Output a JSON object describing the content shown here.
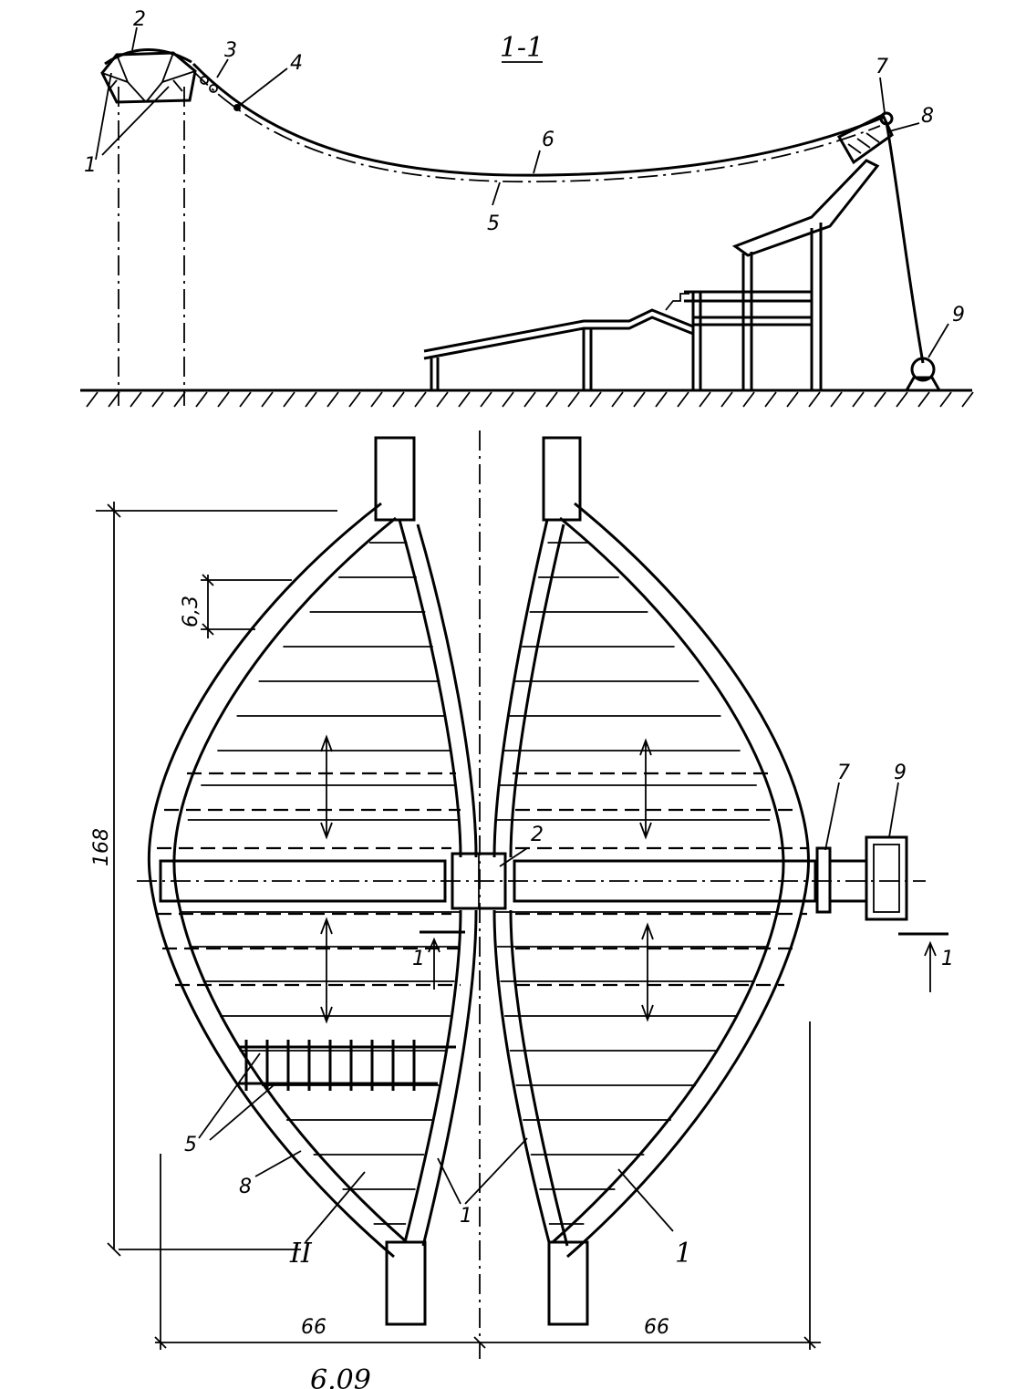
{
  "section_title": "1-1",
  "section_callouts": {
    "n1": "1",
    "n2": "2",
    "n3": "3",
    "n4": "4",
    "n5": "5",
    "n6": "6",
    "n7": "7",
    "n8": "8",
    "n9": "9"
  },
  "plan_callouts": {
    "n1_mid": "1",
    "n1_right": "1",
    "n2": "2",
    "n5": "5",
    "n7": "7",
    "n8": "8",
    "n9": "9",
    "roman_II": "II"
  },
  "dimensions": {
    "spacing": "6,3",
    "overall_length": "168",
    "left_width": "66",
    "right_width": "66"
  },
  "section_markers": {
    "left": "1",
    "right": "1"
  },
  "caption": "6.09"
}
